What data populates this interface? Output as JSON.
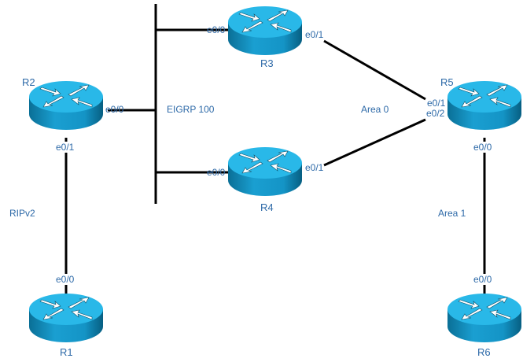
{
  "diagram": {
    "title": "",
    "colors": {
      "label": "#2e6aa8",
      "link": "#000000",
      "router_top": "#29b8e8",
      "router_side_dark": "#0a6f96",
      "router_side_light": "#1a9fd1"
    },
    "routers": [
      {
        "id": "R1",
        "label": "R1"
      },
      {
        "id": "R2",
        "label": "R2"
      },
      {
        "id": "R3",
        "label": "R3"
      },
      {
        "id": "R4",
        "label": "R4"
      },
      {
        "id": "R5",
        "label": "R5"
      },
      {
        "id": "R6",
        "label": "R6"
      }
    ],
    "segments": [
      {
        "id": "eigrp-bus",
        "label": "EIGRP 100"
      }
    ],
    "links": [
      {
        "from": "R2",
        "from_if": "e0/0",
        "to": "eigrp-bus",
        "to_if": ""
      },
      {
        "from": "R3",
        "from_if": "e0/0",
        "to": "eigrp-bus",
        "to_if": ""
      },
      {
        "from": "R4",
        "from_if": "e0/0",
        "to": "eigrp-bus",
        "to_if": ""
      },
      {
        "from": "R2",
        "from_if": "e0/1",
        "to": "R1",
        "to_if": "e0/0"
      },
      {
        "from": "R3",
        "from_if": "e0/1",
        "to": "R5",
        "to_if": "e0/1"
      },
      {
        "from": "R4",
        "from_if": "e0/1",
        "to": "R5",
        "to_if": "e0/2"
      },
      {
        "from": "R5",
        "from_if": "e0/0",
        "to": "R6",
        "to_if": "e0/0"
      }
    ],
    "areas": [
      {
        "id": "rip",
        "label": "RIPv2"
      },
      {
        "id": "eigrp",
        "label": "EIGRP 100"
      },
      {
        "id": "area0",
        "label": "Area 0"
      },
      {
        "id": "area1",
        "label": "Area 1"
      }
    ],
    "interfaces": {
      "r2_e00": "e0/0",
      "r2_e01": "e0/1",
      "r1_e00": "e0/0",
      "r3_e00": "e0/0",
      "r3_e01": "e0/1",
      "r4_e00": "e0/0",
      "r4_e01": "e0/1",
      "r5_e01": "e0/1",
      "r5_e02": "e0/2",
      "r5_e00": "e0/0",
      "r6_e00": "e0/0"
    }
  }
}
